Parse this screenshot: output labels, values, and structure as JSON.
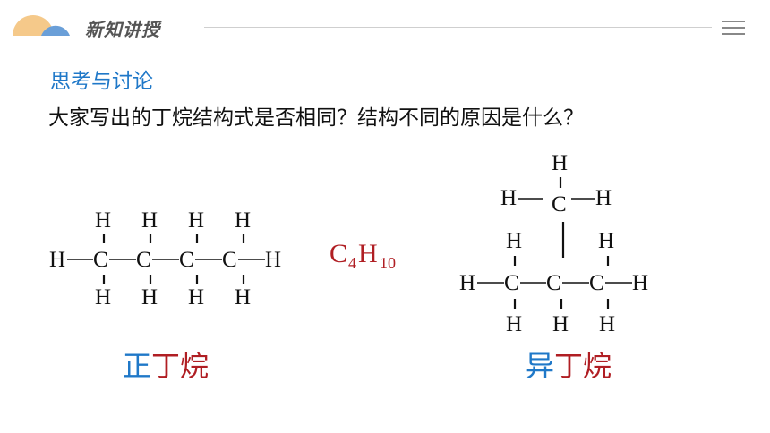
{
  "header": {
    "title": "新知讲授",
    "logo_colors": [
      "#f5c98a",
      "#6a9fd8"
    ],
    "menu_icon": "hamburger-menu-icon"
  },
  "section": {
    "heading": "思考与讨论",
    "question": "大家写出的丁烷结构式是否相同？结构不同的原因是什么？"
  },
  "structures": {
    "atom_h": "H",
    "atom_c": "C",
    "formula": {
      "c": "C",
      "c_sub": "4",
      "h": "H",
      "h_sub": "10"
    }
  },
  "names": {
    "normal_prefix": "正",
    "normal_suffix": "丁烷",
    "iso_prefix": "异",
    "iso_suffix": "丁烷"
  },
  "colors": {
    "blue": "#1f78c8",
    "red": "#b01e23",
    "text": "#111111"
  }
}
